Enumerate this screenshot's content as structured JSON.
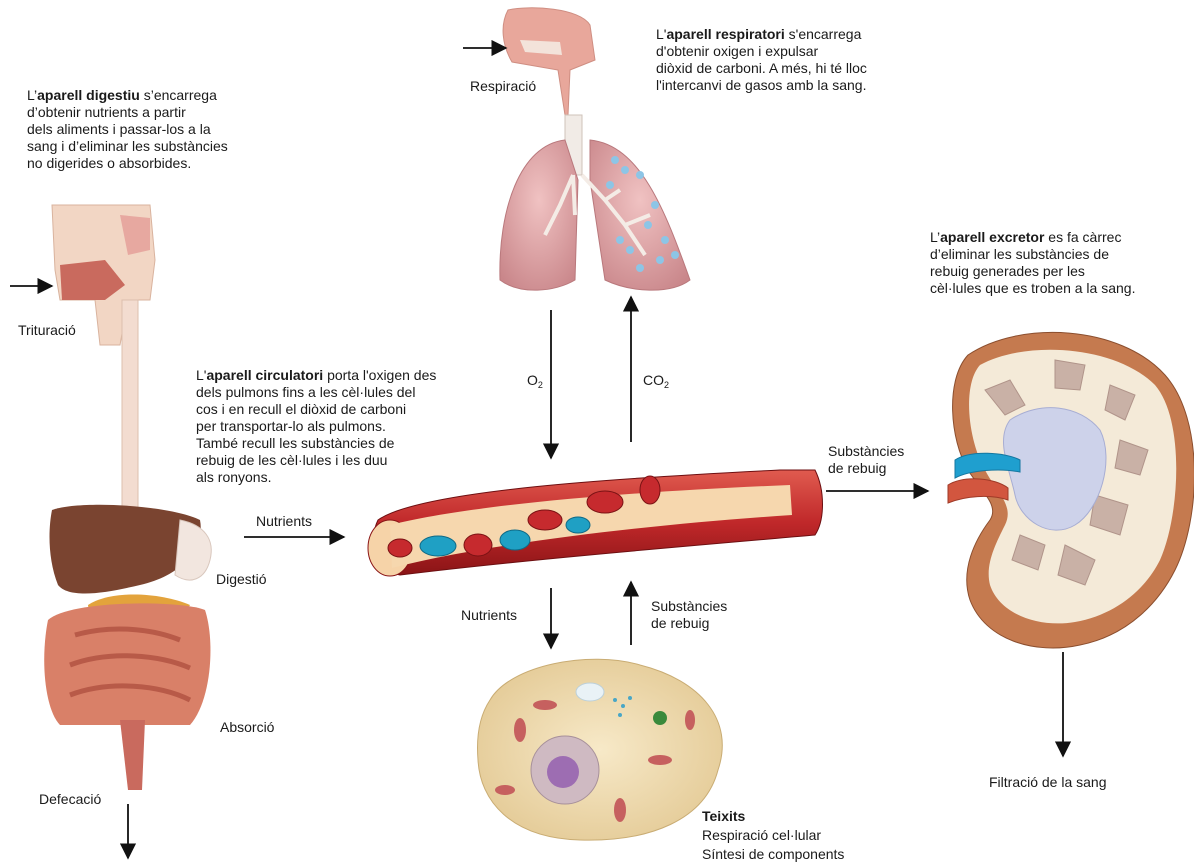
{
  "digestive": {
    "prefix": "L’",
    "name": "aparell digestiu",
    "desc": " s’encarrega\nd’obtenir nutrients a partir\ndels aliments i passar-los a la\nsang i d’eliminar les substàncies\nno digerides o absorbides.",
    "trituracio": "Trituració",
    "digestio": "Digestió",
    "absorcio": "Absorció",
    "defecacio": "Defecació"
  },
  "respiratory": {
    "prefix": "L'",
    "name": "aparell respiratori",
    "desc": " s'encarrega\nd'obtenir oxigen i expulsar\ndiòxid de carboni. A més, hi té lloc\nl'intercanvi de gasos amb la sang.",
    "respiracio": "Respiració"
  },
  "circulatory": {
    "prefix": "L'",
    "name": "aparell circulatori",
    "desc": " porta l'oxigen des\ndels pulmons fins a les cèl·lules del\ncos i en recull el diòxid de carboni\nper transportar-lo als pulmons.\nTambé recull les substàncies de\nrebuig de les cèl·lules i les duu\nals ronyons."
  },
  "excretory": {
    "prefix": "L’",
    "name": "aparell excretor",
    "desc": " es fa càrrec\nd’eliminar les substàncies de\nrebuig generades per les\ncèl·lules que es troben a la sang.",
    "filtracio": "Filtració de la sang"
  },
  "gases": {
    "o2": "O",
    "o2_sub": "2",
    "co2": "CO",
    "co2_sub": "2"
  },
  "flows": {
    "nutrients_in": "Nutrients",
    "waste_to_kidney": "Substàncies\nde rebuig",
    "nutrients_to_tissue": "Nutrients",
    "waste_from_tissue": "Substàncies\nde rebuig"
  },
  "tissue": {
    "title": "Teixits",
    "line1": "Respiració cel·lular",
    "line2": "Síntesi de components"
  }
}
